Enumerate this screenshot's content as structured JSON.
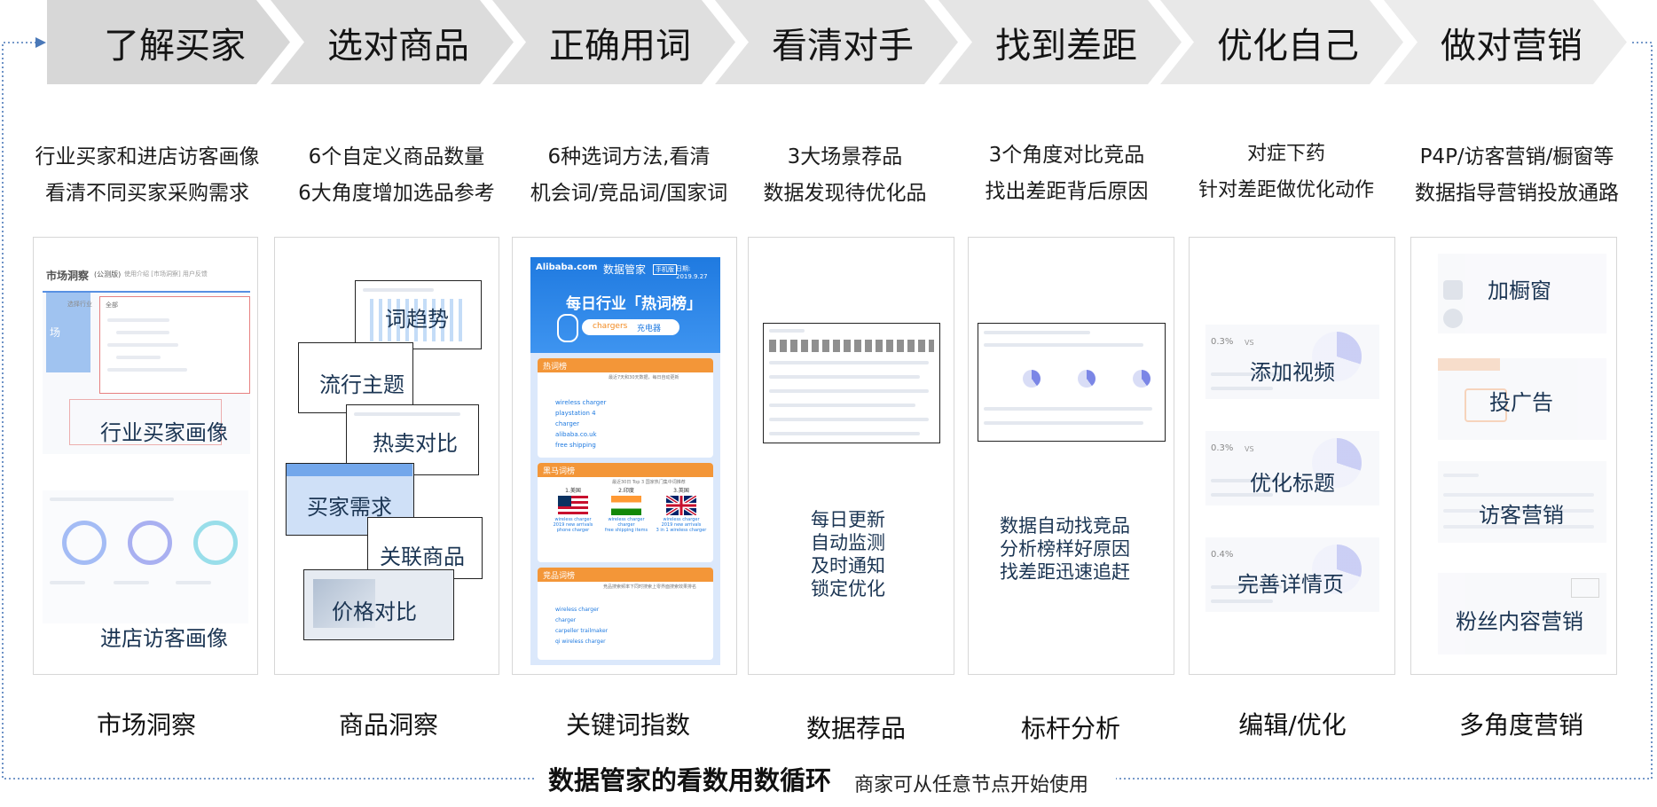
{
  "steps": [
    {
      "title": "了解买家",
      "desc": [
        "行业买家和进店访客画像",
        "看清不同买家采购需求"
      ],
      "label": "市场洞察"
    },
    {
      "title": "选对商品",
      "desc": [
        "6个自定义商品数量",
        "6大角度增加选品参考"
      ],
      "label": "商品洞察"
    },
    {
      "title": "正确用词",
      "desc": [
        "6种选词方法,看清",
        "机会词/竞品词/国家词"
      ],
      "label": "关键词指数"
    },
    {
      "title": "看清对手",
      "desc": [
        "3大场景荐品",
        "数据发现待优化品"
      ],
      "label": "数据荐品"
    },
    {
      "title": "找到差距",
      "desc": [
        "3个角度对比竞品",
        "找出差距背后原因"
      ],
      "label": "标杆分析"
    },
    {
      "title": "优化自己",
      "desc": [
        "对症下药",
        "针对差距做优化动作"
      ],
      "label": "编辑/优化"
    },
    {
      "title": "做对营销",
      "desc": [
        "P4P/访客营销/橱窗等",
        "数据指导营销投放通路"
      ],
      "label": "多角度营销"
    }
  ],
  "panels": {
    "market": {
      "overlays": [
        "行业买家画像",
        "进店访客画像"
      ],
      "screenshot": {
        "title": "市场洞察",
        "tag": "(公测版)",
        "subtitle": "使用介绍  [市场洞察] 用户反馈",
        "side_label": "场",
        "filter_label": "选择行业",
        "filter_value": "全部"
      }
    },
    "product": {
      "overlays": [
        "词趋势",
        "流行主题",
        "热卖对比",
        "买家需求",
        "关联商品",
        "价格对比"
      ]
    },
    "keyword": {
      "header_brand": "Alibaba.com",
      "header_product": "数据管家",
      "header_badge": "手机版",
      "header_date": "日期: 2019.9.27",
      "banner_title": "每日行业「热词榜」",
      "banner_chip_keyword": "chargers",
      "banner_chip_text": "充电器",
      "sections": [
        {
          "title": "热词榜",
          "note": "最近7天和30天数据，每日自动更新",
          "words": [
            "wireless charger",
            "playstation 4",
            "charger",
            "alibaba.co.uk",
            "free shipping"
          ]
        },
        {
          "title": "黑马词榜",
          "note": "最近30日 Top 3 国家热门集中词推荐"
        },
        {
          "title": "竞品词榜",
          "note": "竞品搜索频率下同时搜索上零界面搜索效果排名",
          "words": [
            "wireless charger",
            "charger",
            "carpeller trailmaker",
            "qi wireless charger"
          ]
        }
      ],
      "countries": [
        {
          "name": "1.美国",
          "words": [
            "wireless charger",
            "2019 new arrivals",
            "phone charger"
          ]
        },
        {
          "name": "2.印度",
          "words": [
            "wireless charger",
            "charger",
            "free shipping items"
          ]
        },
        {
          "name": "3.英国",
          "words": [
            "wireless charger",
            "2019 new arrivals",
            "3 in 1 wireless charger"
          ]
        }
      ]
    },
    "recommend": {
      "lines": [
        "每日更新",
        "自动监测",
        "及时通知",
        "锁定优化"
      ]
    },
    "benchmark": {
      "lines": [
        "数据自动找竞品",
        "分析榜样好原因",
        "找差距迅速追赶"
      ]
    },
    "optimize": {
      "overlays": [
        "添加视频",
        "优化标题",
        "完善详情页"
      ],
      "stats": [
        "0.3%",
        "0.3%",
        "0.4%"
      ],
      "vs_label": "VS"
    },
    "marketing": {
      "overlays": [
        "加橱窗",
        "投广告",
        "访客营销",
        "粉丝内容营销"
      ]
    }
  },
  "footer": {
    "main": "数据管家的看数用数循环",
    "sub": "商家可从任意节点开始使用"
  },
  "colors": {
    "chevron": [
      "#d7d7d7",
      "#dcdcdc",
      "#dfdfdf",
      "#e2e2e2",
      "#e5e5e5",
      "#e8e8e8",
      "#ececec"
    ],
    "loop_line": "#4a78b8",
    "overlay_text": "#1b3553",
    "keyword_blue": "#1f7ae0",
    "keyword_orange": "#f28b22"
  }
}
